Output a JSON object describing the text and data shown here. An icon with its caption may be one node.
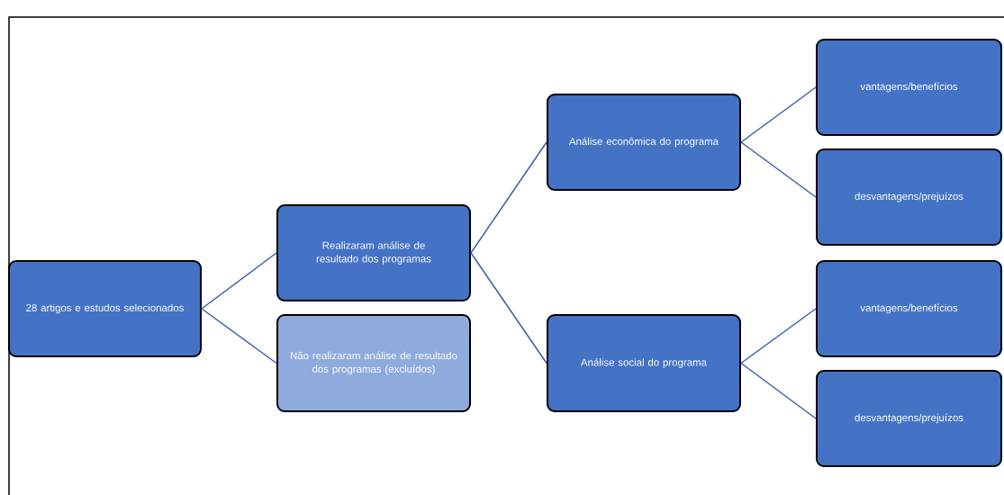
{
  "diagram": {
    "nodes": [
      {
        "text": [
          "28 artigos e estudos selecionados"
        ]
      },
      {
        "text": [
          "Realizaram análise de resultado dos programas"
        ]
      },
      {
        "text": [
          "Não realizaram análise de resultado dos programas (excluídos)"
        ]
      },
      {
        "text": [
          "Análise econômica do programa"
        ]
      },
      {
        "text": [
          "Análise social do programa"
        ]
      },
      {
        "text": [
          "vantagens/benefícios"
        ]
      },
      {
        "text": [
          "desvantagens/prejuízos"
        ]
      },
      {
        "text": [
          "vantagens/benefícios"
        ]
      },
      {
        "text": [
          "desvantagens/prejuízos"
        ]
      }
    ],
    "edges": [
      {
        "from": 0,
        "to": 1,
        "arrow": "none"
      },
      {
        "from": 0,
        "to": 2,
        "arrow": "none"
      },
      {
        "from": 1,
        "to": 3,
        "arrow": "none"
      },
      {
        "from": 1,
        "to": 4,
        "arrow": "none"
      },
      {
        "from": 3,
        "to": 5,
        "arrow": "none"
      },
      {
        "from": 3,
        "to": 6,
        "arrow": "none"
      },
      {
        "from": 4,
        "to": 7,
        "arrow": "none"
      },
      {
        "from": 4,
        "to": 8,
        "arrow": "none"
      }
    ]
  }
}
